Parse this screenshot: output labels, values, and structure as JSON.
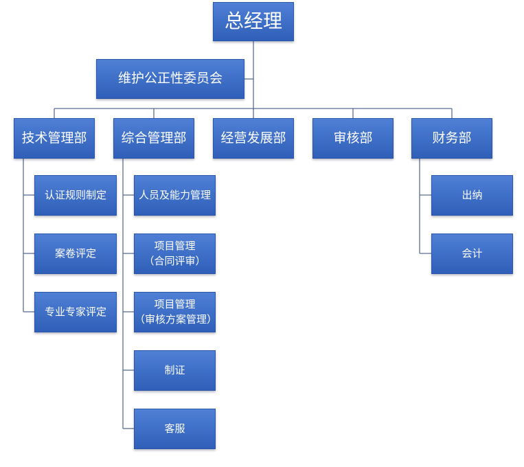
{
  "root": "总经理",
  "committee": "维护公正性委员会",
  "departments": [
    {
      "label": "技术管理部",
      "children": [
        "认证规则制定",
        "案卷评定",
        "专业专家评定"
      ]
    },
    {
      "label": "综合管理部",
      "children": [
        "人员及能力管理",
        [
          "项目管理",
          "（合同评审）"
        ],
        [
          "项目管理",
          "（审核方案管理）"
        ],
        "制证",
        "客服"
      ]
    },
    {
      "label": "经营发展部",
      "children": []
    },
    {
      "label": "审核部",
      "children": []
    },
    {
      "label": "财务部",
      "children": [
        "出纳",
        "会计"
      ]
    }
  ],
  "colors": {
    "box_top": "#4f80d6",
    "box_bottom": "#2f5fb8",
    "text": "#ffffff",
    "line": "#5b6d90"
  }
}
